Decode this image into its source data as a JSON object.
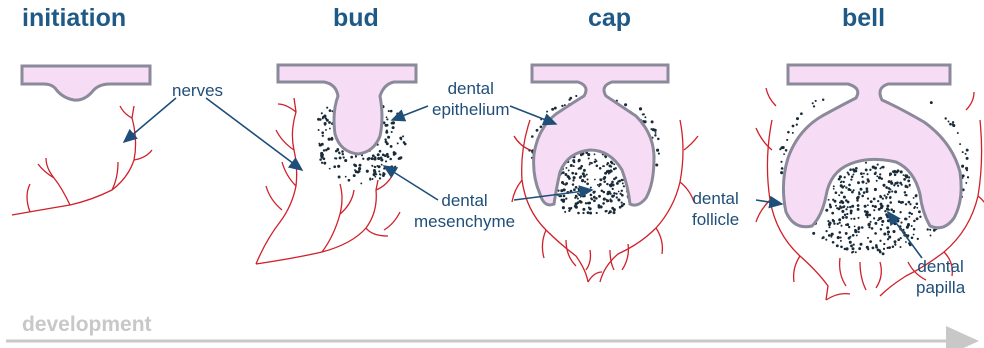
{
  "stages": {
    "initiation": "initiation",
    "bud": "bud",
    "cap": "cap",
    "bell": "bell"
  },
  "labels": {
    "nerves": "nerves",
    "dental_epithelium": [
      "dental",
      "epithelium"
    ],
    "dental_mesenchyme": [
      "dental",
      "mesenchyme"
    ],
    "dental_follicle": [
      "dental",
      "follicle"
    ],
    "dental_papilla": [
      "dental",
      "papilla"
    ]
  },
  "axis": {
    "development": "development"
  },
  "colors": {
    "title": "#1f5a87",
    "label": "#1f4e79",
    "epithelium_fill": "#f7dcf5",
    "epithelium_stroke": "#8a8a9a",
    "nerve": "#d0202a",
    "mesenchyme_dots": "#1a2b38",
    "pointer": "#1f4e79",
    "development": "#c8c8c8"
  }
}
